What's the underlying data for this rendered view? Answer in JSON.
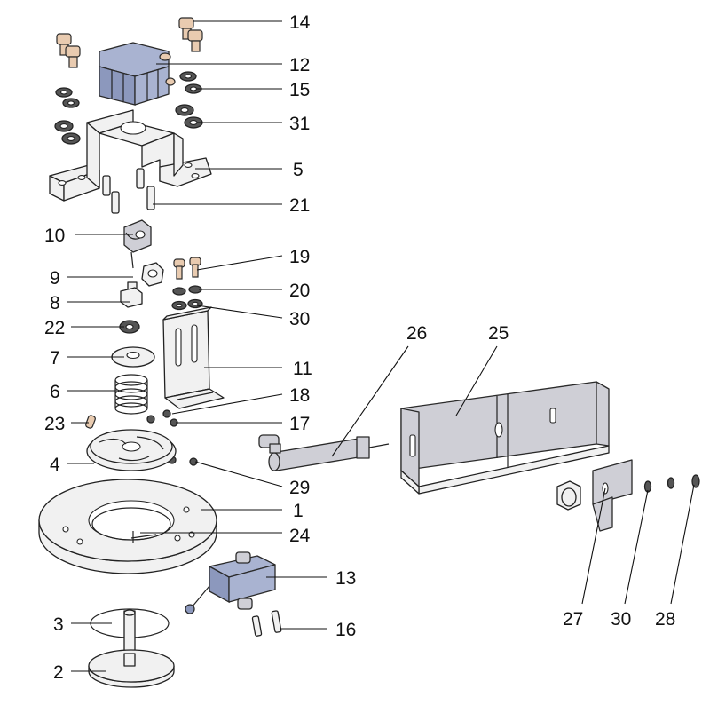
{
  "callouts": [
    {
      "id": "14",
      "text": "14"
    },
    {
      "id": "12",
      "text": "12"
    },
    {
      "id": "15",
      "text": "15"
    },
    {
      "id": "31",
      "text": "31"
    },
    {
      "id": "5",
      "text": "5"
    },
    {
      "id": "21",
      "text": "21"
    },
    {
      "id": "10",
      "text": "10"
    },
    {
      "id": "19",
      "text": "19"
    },
    {
      "id": "9",
      "text": "9"
    },
    {
      "id": "20",
      "text": "20"
    },
    {
      "id": "8",
      "text": "8"
    },
    {
      "id": "30a",
      "text": "30"
    },
    {
      "id": "22",
      "text": "22"
    },
    {
      "id": "26",
      "text": "26"
    },
    {
      "id": "25",
      "text": "25"
    },
    {
      "id": "7",
      "text": "7"
    },
    {
      "id": "11",
      "text": "11"
    },
    {
      "id": "6",
      "text": "6"
    },
    {
      "id": "18",
      "text": "18"
    },
    {
      "id": "23",
      "text": "23"
    },
    {
      "id": "17",
      "text": "17"
    },
    {
      "id": "4",
      "text": "4"
    },
    {
      "id": "29",
      "text": "29"
    },
    {
      "id": "1",
      "text": "1"
    },
    {
      "id": "24",
      "text": "24"
    },
    {
      "id": "13",
      "text": "13"
    },
    {
      "id": "3",
      "text": "3"
    },
    {
      "id": "16",
      "text": "16"
    },
    {
      "id": "2",
      "text": "2"
    },
    {
      "id": "27",
      "text": "27"
    },
    {
      "id": "30b",
      "text": "30"
    },
    {
      "id": "28",
      "text": "28"
    }
  ],
  "colors": {
    "cylinder_body": "#a9b3d1",
    "fittings": "#e9cbb0",
    "steel": "#f1f1f1",
    "bracket_grey": "#cfcfd6"
  }
}
